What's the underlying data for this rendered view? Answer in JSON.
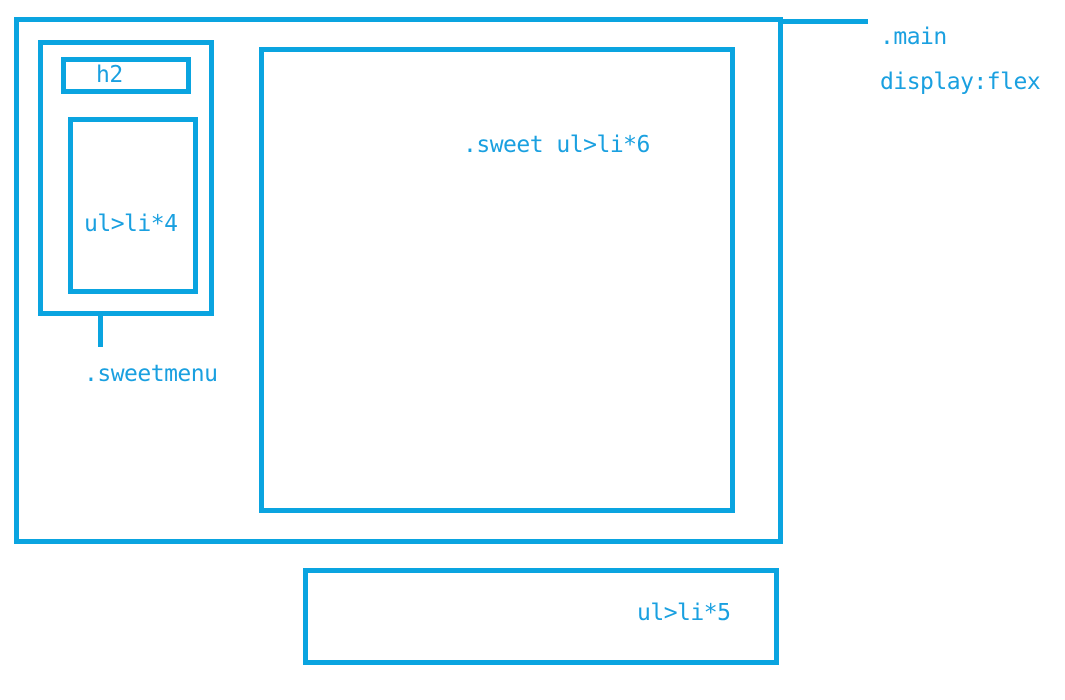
{
  "labels": {
    "h2": "h2",
    "menu_list": "ul>li*4",
    "sweetmenu": ".sweetmenu",
    "sweet": ".sweet ul>li*6",
    "main_class": ".main",
    "main_display": "display:flex",
    "bottom_list": "ul>li*5"
  },
  "colors": {
    "stroke": "#0aa4e0",
    "text": "#1aa0e0",
    "background": "#ffffff"
  }
}
